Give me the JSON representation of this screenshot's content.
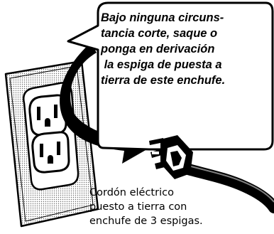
{
  "callout": {
    "lines": [
      "Bajo ninguna circuns-",
      "tancia corte, saque o",
      "ponga en derivación",
      " la espiga de puesta a",
      "tierra de este enchufe."
    ]
  },
  "caption": {
    "lines": [
      "Cordón eléctrico",
      "puesto a tierra con",
      "enchufe de 3 espigas."
    ]
  },
  "icons": {
    "outlet": "grounded-duplex-outlet",
    "plug": "three-prong-plug",
    "arrow": "curved-arrow"
  }
}
